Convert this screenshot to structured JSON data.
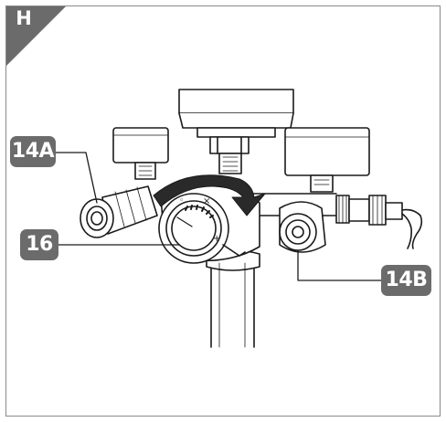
{
  "figure": {
    "section_letter": "H",
    "callouts": {
      "c14a": "14A",
      "c16": "16",
      "c14b": "14B"
    }
  },
  "colors": {
    "callout_fill": "#6b6b6b",
    "line": "#1a1a1a",
    "frame": "#8a8a8a",
    "arrow_fill": "#2a2a2a"
  }
}
